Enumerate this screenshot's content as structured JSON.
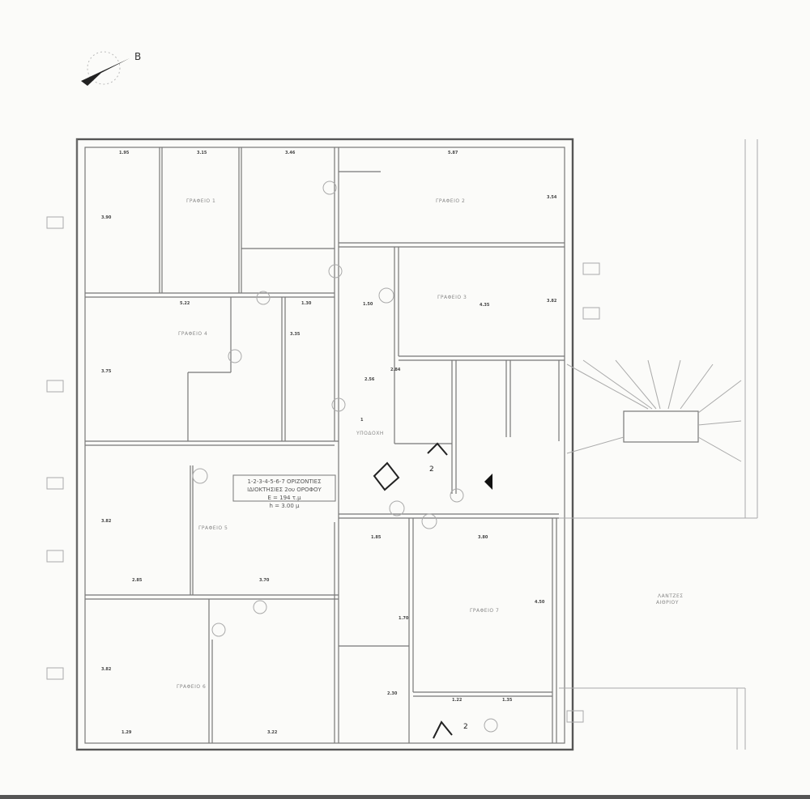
{
  "compass": {
    "label": "Β"
  },
  "rooms": [
    {
      "label": "ΓΡΑΦΕΙΟ 1"
    },
    {
      "label": "ΓΡΑΦΕΙΟ 2"
    },
    {
      "label": "ΓΡΑΦΕΙΟ 3"
    },
    {
      "label": "ΓΡΑΦΕΙΟ 4"
    },
    {
      "label": "ΓΡΑΦΕΙΟ 5"
    },
    {
      "label": "ΓΡΑΦΕΙΟ 6"
    },
    {
      "label": "ΓΡΑΦΕΙΟ 7"
    },
    {
      "label": "ΥΠΟΔΟΧΗ"
    },
    {
      "label": "ΛΑΝΤΖΕΣ"
    },
    {
      "label": "ΑΙΘΡΙΟΥ"
    }
  ],
  "dimensions": [
    "1.95",
    "3.15",
    "3.46",
    "5.87",
    "3.54",
    "3.90",
    "5.22",
    "1.30",
    "3.35",
    "4.35",
    "1.50",
    "3.82",
    "3.75",
    "2.56",
    "2.84",
    "3.80",
    "1.85",
    "4.50",
    "3.82",
    "3.82",
    "1.29",
    "3.22",
    "2.85",
    "3.70",
    "1.22",
    "1.35",
    "1.70",
    "2.30"
  ],
  "markers": [
    "1",
    "2",
    "2"
  ],
  "info_box": {
    "line1": "1-2-3-4-5-6-7 ΟΡΙΖΟΝΤΙΕΣ",
    "line2": "ΙΔΙΟΚΤΗΣΙΕΣ 2ου ΟΡΟΦΟΥ",
    "line3": "Ε = 194 τ.μ",
    "line4": "h = 3.00 μ"
  }
}
